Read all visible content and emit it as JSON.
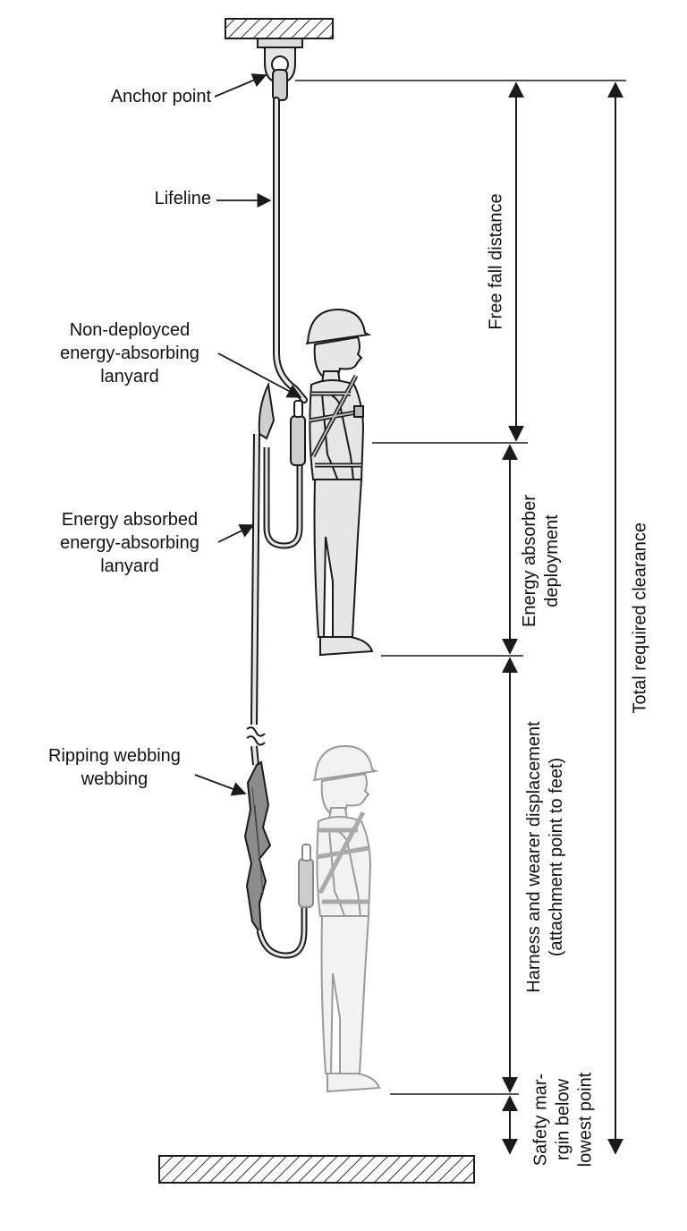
{
  "labels": {
    "anchor_point": "Anchor point",
    "lifeline": "Lifeline",
    "non_deployed": [
      "Non-deployced",
      "energy-absorbing",
      "lanyard"
    ],
    "energy_absorbed": [
      "Energy absorbed",
      "energy-absorbing",
      "lanyard"
    ],
    "ripping_webbing": [
      "Ripping webbing",
      "webbing"
    ]
  },
  "dimensions": {
    "free_fall": "Free fall distance",
    "energy_absorber": [
      "Energy absorber",
      "deployment"
    ],
    "harness_displacement": [
      "Harness and wearer displacement",
      "(attachment point to feet)"
    ],
    "safety_margin": [
      "Safety mar-",
      "rgin below",
      "lowest point"
    ],
    "total_clearance": "Total required clearance"
  },
  "colors": {
    "line": "#1a1a1a",
    "figure_fill": "#e6e6e6",
    "ghost_stroke": "#9a9a9a",
    "ghost_fill": "#f2f2f2",
    "hatch": "#333333"
  }
}
